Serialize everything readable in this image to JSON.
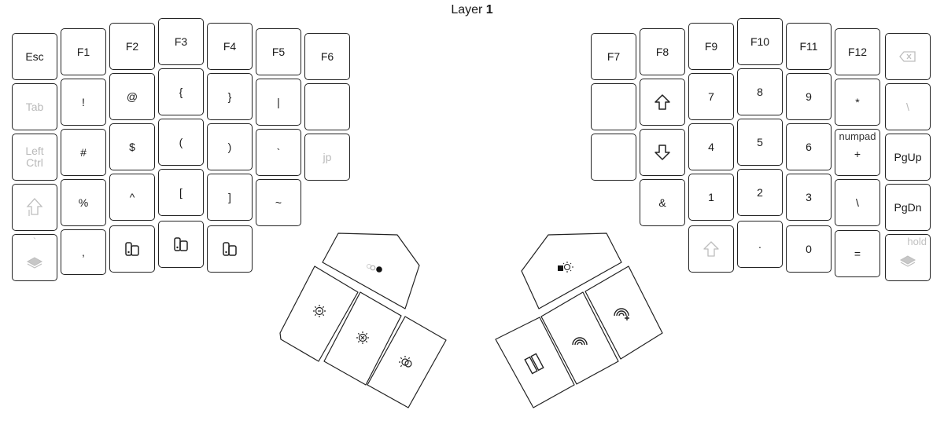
{
  "title": {
    "prefix": "Layer ",
    "number": "1"
  },
  "left": {
    "r0": [
      "Esc",
      "F1",
      "F2",
      "F3",
      "F4",
      "F5",
      "F6"
    ],
    "r1": [
      "Tab",
      "!",
      "@",
      "{",
      "}",
      "|",
      ""
    ],
    "r2": [
      "Left Ctrl",
      "#",
      "$",
      "(",
      ")",
      "`",
      "jp"
    ],
    "r3": [
      "",
      "%",
      "^",
      "[",
      "]",
      "~"
    ],
    "r4": [
      "",
      ",",
      "",
      "",
      ""
    ],
    "r4_top": "`"
  },
  "right": {
    "r0": [
      "F7",
      "F8",
      "F9",
      "F10",
      "F11",
      "F12",
      ""
    ],
    "r1": [
      "",
      "",
      "7",
      "8",
      "9",
      "*",
      "\\"
    ],
    "r2": [
      "",
      "",
      "4",
      "5",
      "6",
      "+",
      "PgUp"
    ],
    "r2_top": "numpad",
    "r3": [
      "&",
      "1",
      "2",
      "3",
      "\\",
      "PgDn"
    ],
    "r4": [
      "",
      ".",
      "0",
      "=",
      ""
    ],
    "r4_top": "hold"
  },
  "icons": {
    "backspace": "backspace-icon",
    "shift": "shift-icon",
    "layer": "layer-icon",
    "app": "app-switch-icon",
    "arrow_up": "arrow-up-icon",
    "arrow_down": "arrow-down-icon"
  }
}
